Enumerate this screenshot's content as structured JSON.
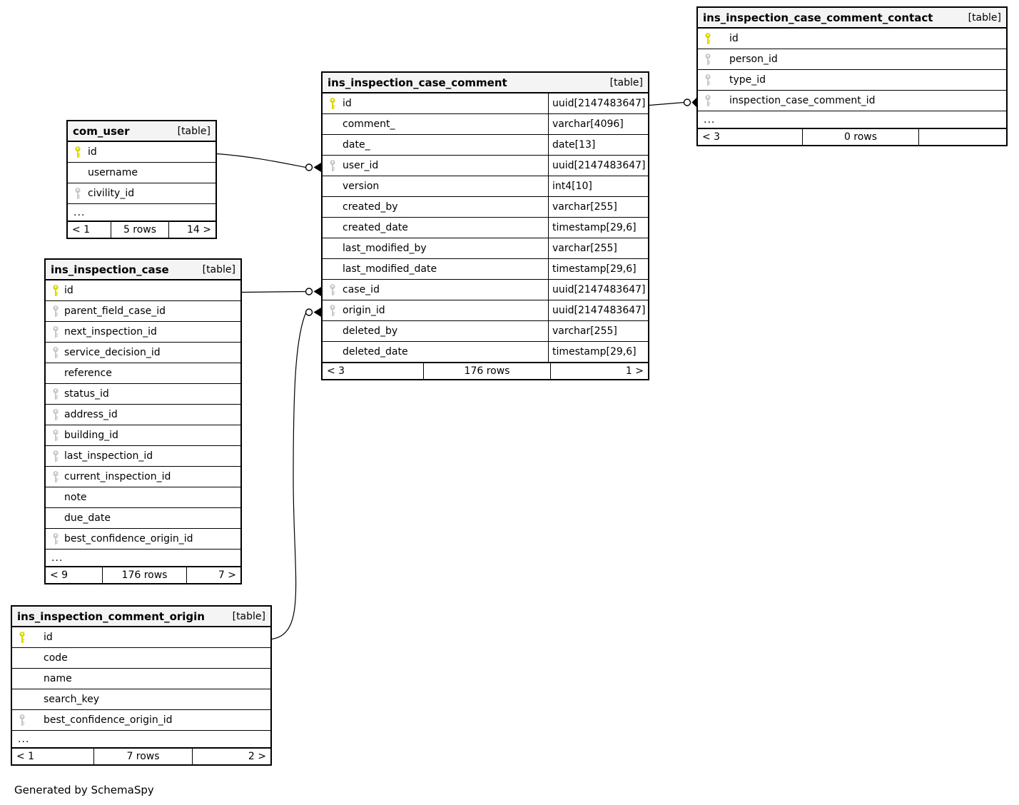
{
  "credit": "Generated by SchemaSpy",
  "colors": {
    "primary_key": "#dcd800",
    "foreign_key": "#c9c9c9",
    "header_bg": "#f4f4f4",
    "border": "#000000"
  },
  "tables": {
    "com_user": {
      "title": "com_user",
      "tag": "[table]",
      "columns": [
        {
          "name": "id",
          "key": "pk"
        },
        {
          "name": "username",
          "key": null
        },
        {
          "name": "civility_id",
          "key": "fk"
        },
        {
          "ellipsis": true,
          "label": "..."
        }
      ],
      "footer": {
        "left": "< 1",
        "center": "5 rows",
        "right": "14 >"
      }
    },
    "ins_inspection_case": {
      "title": "ins_inspection_case",
      "tag": "[table]",
      "columns": [
        {
          "name": "id",
          "key": "pk"
        },
        {
          "name": "parent_field_case_id",
          "key": "fk"
        },
        {
          "name": "next_inspection_id",
          "key": "fk"
        },
        {
          "name": "service_decision_id",
          "key": "fk"
        },
        {
          "name": "reference",
          "key": null
        },
        {
          "name": "status_id",
          "key": "fk"
        },
        {
          "name": "address_id",
          "key": "fk"
        },
        {
          "name": "building_id",
          "key": "fk"
        },
        {
          "name": "last_inspection_id",
          "key": "fk"
        },
        {
          "name": "current_inspection_id",
          "key": "fk"
        },
        {
          "name": "note",
          "key": null
        },
        {
          "name": "due_date",
          "key": null
        },
        {
          "name": "best_confidence_origin_id",
          "key": "fk"
        },
        {
          "ellipsis": true,
          "label": "..."
        }
      ],
      "footer": {
        "left": "< 9",
        "center": "176 rows",
        "right": "7 >"
      }
    },
    "ins_inspection_comment_origin": {
      "title": "ins_inspection_comment_origin",
      "tag": "[table]",
      "columns": [
        {
          "name": "id",
          "key": "pk"
        },
        {
          "name": "code",
          "key": null
        },
        {
          "name": "name",
          "key": null
        },
        {
          "name": "search_key",
          "key": null
        },
        {
          "name": "best_confidence_origin_id",
          "key": "fk"
        },
        {
          "ellipsis": true,
          "label": "..."
        }
      ],
      "footer": {
        "left": "< 1",
        "center": "7 rows",
        "right": "2 >"
      }
    },
    "ins_inspection_case_comment": {
      "title": "ins_inspection_case_comment",
      "tag": "[table]",
      "has_types": true,
      "columns": [
        {
          "name": "id",
          "key": "pk",
          "type": "uuid[2147483647]"
        },
        {
          "name": "comment_",
          "key": null,
          "type": "varchar[4096]"
        },
        {
          "name": "date_",
          "key": null,
          "type": "date[13]"
        },
        {
          "name": "user_id",
          "key": "fk",
          "type": "uuid[2147483647]"
        },
        {
          "name": "version",
          "key": null,
          "type": "int4[10]"
        },
        {
          "name": "created_by",
          "key": null,
          "type": "varchar[255]"
        },
        {
          "name": "created_date",
          "key": null,
          "type": "timestamp[29,6]"
        },
        {
          "name": "last_modified_by",
          "key": null,
          "type": "varchar[255]"
        },
        {
          "name": "last_modified_date",
          "key": null,
          "type": "timestamp[29,6]"
        },
        {
          "name": "case_id",
          "key": "fk",
          "type": "uuid[2147483647]"
        },
        {
          "name": "origin_id",
          "key": "fk",
          "type": "uuid[2147483647]"
        },
        {
          "name": "deleted_by",
          "key": null,
          "type": "varchar[255]"
        },
        {
          "name": "deleted_date",
          "key": null,
          "type": "timestamp[29,6]"
        }
      ],
      "footer": {
        "left": "< 3",
        "center": "176 rows",
        "right": "1 >"
      }
    },
    "ins_inspection_case_comment_contact": {
      "title": "ins_inspection_case_comment_contact",
      "tag": "[table]",
      "columns": [
        {
          "name": "id",
          "key": "pk"
        },
        {
          "name": "person_id",
          "key": "fk"
        },
        {
          "name": "type_id",
          "key": "fk"
        },
        {
          "name": "inspection_case_comment_id",
          "key": "fk"
        },
        {
          "ellipsis": true,
          "label": "..."
        }
      ],
      "footer": {
        "left": "< 3",
        "center": "0 rows",
        "right": ""
      }
    }
  },
  "relationships": [
    {
      "from": "com_user.id",
      "to": "ins_inspection_case_comment.user_id"
    },
    {
      "from": "ins_inspection_case.id",
      "to": "ins_inspection_case_comment.case_id"
    },
    {
      "from": "ins_inspection_comment_origin.id",
      "to": "ins_inspection_case_comment.origin_id"
    },
    {
      "from": "ins_inspection_case_comment.id",
      "to": "ins_inspection_case_comment_contact.inspection_case_comment_id"
    }
  ]
}
